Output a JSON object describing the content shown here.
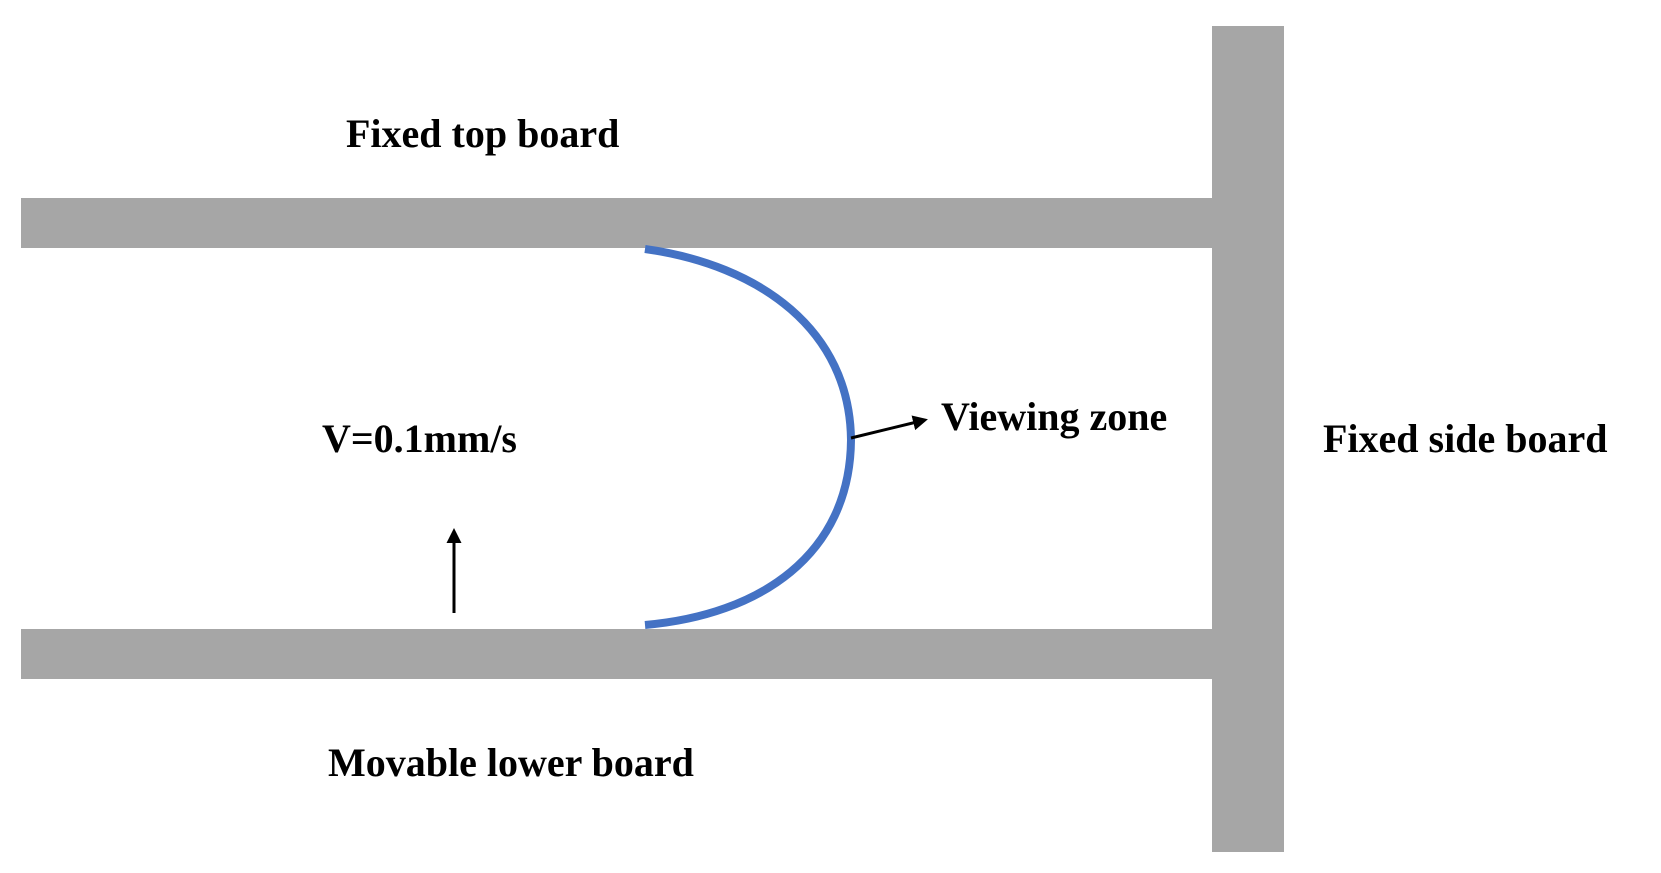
{
  "diagram": {
    "labels": {
      "fixed_top_board": "Fixed top board",
      "movable_lower_board": "Movable lower board",
      "fixed_side_board": "Fixed side board",
      "viewing_zone": "Viewing zone",
      "velocity": "V=0.1mm/s"
    },
    "colors": {
      "board": "#a6a6a6",
      "interface": "#4472c4",
      "arrow": "#000000",
      "background": "#ffffff"
    }
  }
}
